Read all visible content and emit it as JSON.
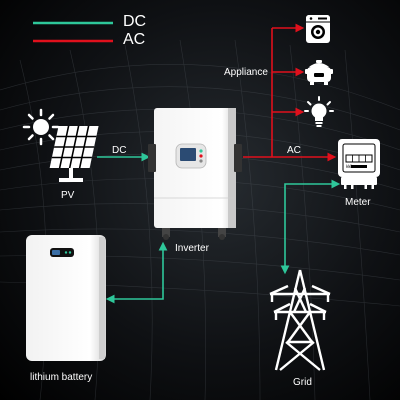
{
  "legend": {
    "dc_label": "DC",
    "ac_label": "AC",
    "dc_color": "#2ec79a",
    "ac_color": "#e0101c"
  },
  "labels": {
    "appliance": "Appliance",
    "dc_link": "DC",
    "ac_link": "AC",
    "pv": "PV",
    "meter": "Meter",
    "inverter": "Inverter",
    "battery": "lithium battery",
    "grid": "Grid"
  },
  "icons": {
    "sun": "sun-icon",
    "solar_panel": "solar-panel-icon",
    "washing_machine": "washing-machine-icon",
    "rice_cooker": "rice-cooker-icon",
    "light_bulb": "light-bulb-icon",
    "meter_display": "meter-icon",
    "pylon": "transmission-tower-icon"
  },
  "meter_display": {
    "top_text": "kWh",
    "digits": "0000"
  }
}
